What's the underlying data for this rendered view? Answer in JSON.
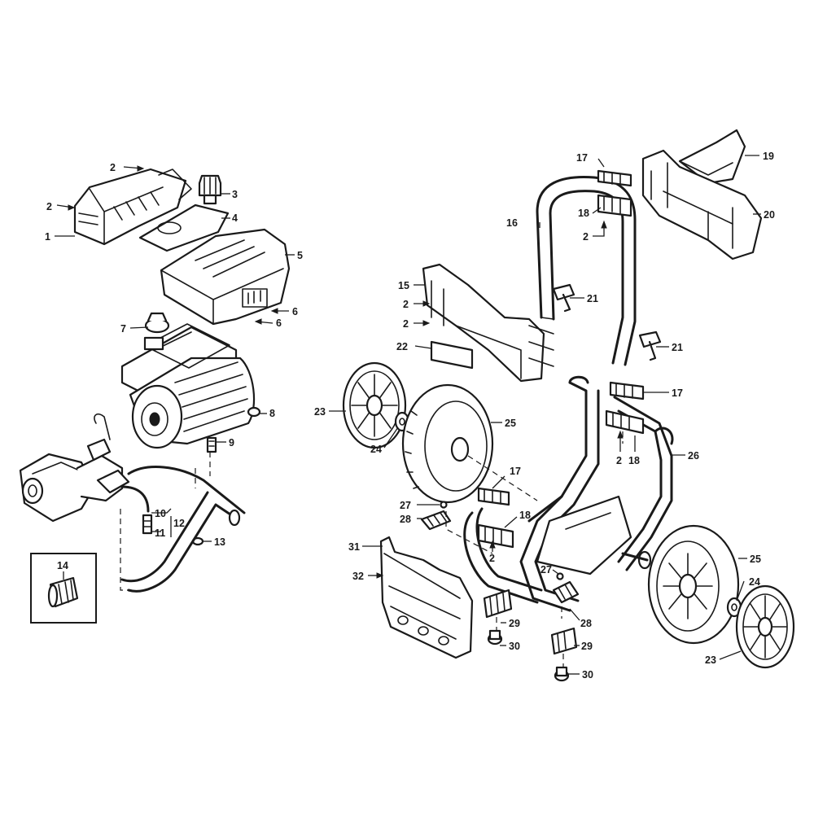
{
  "diagram": {
    "type": "exploded-parts-diagram",
    "callouts": {
      "c1": "1",
      "c2": "2",
      "c3": "3",
      "c4": "4",
      "c5": "5",
      "c6": "6",
      "c7": "7",
      "c8": "8",
      "c9": "9",
      "c10": "10",
      "c11": "11",
      "c12": "12",
      "c13": "13",
      "c14": "14",
      "c15": "15",
      "c16": "16",
      "c17": "17",
      "c18": "18",
      "c19": "19",
      "c20": "20",
      "c21": "21",
      "c22": "22",
      "c23": "23",
      "c24": "24",
      "c25": "25",
      "c26": "26",
      "c27": "27",
      "c28": "28",
      "c29": "29",
      "c30": "30",
      "c31": "31",
      "c32": "32"
    }
  }
}
